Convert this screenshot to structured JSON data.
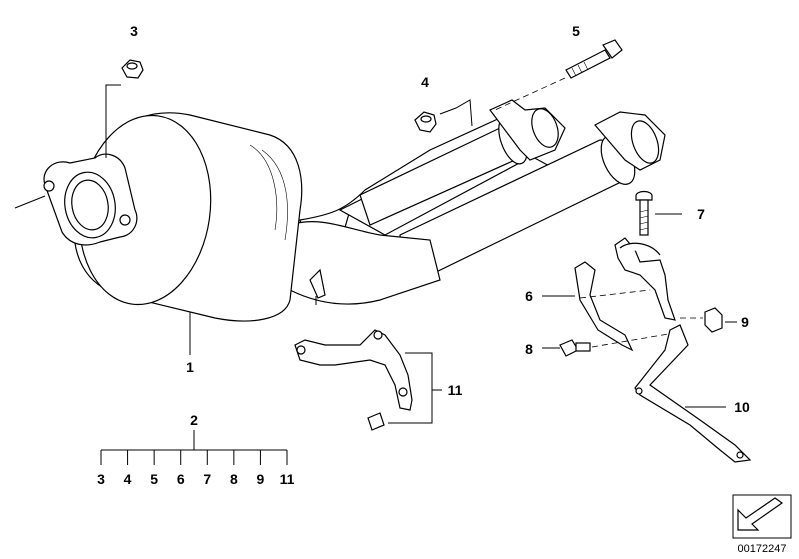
{
  "callouts": {
    "c1": "1",
    "c2": "2",
    "c3": "3",
    "c4": "4",
    "c5": "5",
    "c6": "6",
    "c7": "7",
    "c8": "8",
    "c9": "9",
    "c10": "10",
    "c11": "11"
  },
  "kit_list": [
    "3",
    "4",
    "5",
    "6",
    "7",
    "8",
    "9",
    "11"
  ],
  "stamp": {
    "image_id": "00172247",
    "arrow_icon": "direction-arrow-icon"
  }
}
